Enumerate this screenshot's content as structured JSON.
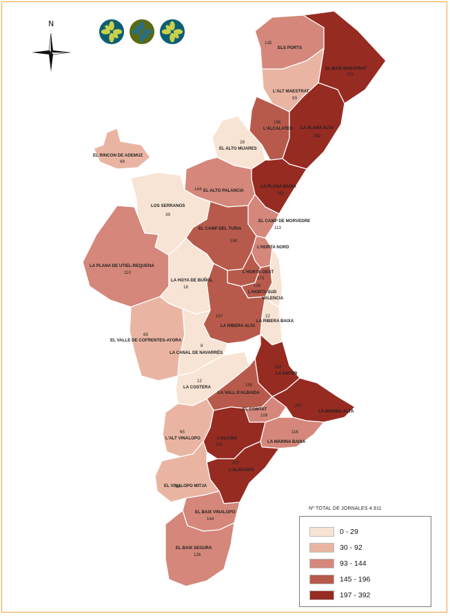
{
  "legend": {
    "title": "Nº TOTAL DE JORNALES 4.911",
    "classes": [
      {
        "label": "0 - 29",
        "color": "#f7e4d5"
      },
      {
        "label": "30 - 92",
        "color": "#e9b5a2"
      },
      {
        "label": "93 - 144",
        "color": "#d4877a"
      },
      {
        "label": "145 - 196",
        "color": "#b85a4b"
      },
      {
        "label": "197 - 392",
        "color": "#962b22"
      }
    ]
  },
  "compass": {
    "north_label": "N"
  },
  "emblem_colors": [
    "#0d5e72",
    "#5a6a12",
    "#0d5e72"
  ],
  "regions": [
    {
      "name": "ELS PORTS",
      "value": "135",
      "color": "#d4877a"
    },
    {
      "name": "EL BAIX MAESTRAT",
      "value": "372",
      "color": "#962b22"
    },
    {
      "name": "L'ALT MAESTRAT",
      "value": "93",
      "color": "#e9b5a2"
    },
    {
      "name": "L'ALCALATEN",
      "value": "196",
      "color": "#b85a4b"
    },
    {
      "name": "LA PLANA ALTA",
      "value": "392",
      "color": "#962b22"
    },
    {
      "name": "EL ALTO MIJARES",
      "value": "28",
      "color": "#f7e4d5"
    },
    {
      "name": "EL RINCON DE ADEMUZ",
      "value": "68",
      "color": "#e9b5a2"
    },
    {
      "name": "LA PLANA BAIXA",
      "value": "350",
      "color": "#962b22"
    },
    {
      "name": "EL ALTO PALANCIA",
      "value": "144",
      "color": "#d4877a"
    },
    {
      "name": "LOS SERRANOS",
      "value": "39",
      "color": "#f7e4d5"
    },
    {
      "name": "EL CAMP DE MORVEDRE",
      "value": "113",
      "color": "#d4877a"
    },
    {
      "name": "EL CAMP DEL TURIA",
      "value": "190",
      "color": "#b85a4b"
    },
    {
      "name": "L'HORTA NORD",
      "value": "",
      "color": "#d4877a"
    },
    {
      "name": "LA PLANA DE UTIEL-REQUENA",
      "value": "110",
      "color": "#d4877a"
    },
    {
      "name": "LA HOYA DE BUÑOL",
      "value": "18",
      "color": "#f7e4d5"
    },
    {
      "name": "L'HORTA OEST",
      "value": "173",
      "color": "#b85a4b"
    },
    {
      "name": "L'HORTA SUD",
      "value": "130",
      "color": "#b85a4b"
    },
    {
      "name": "VALENCIA",
      "value": "",
      "color": "#f7e4d5"
    },
    {
      "name": "LA RIBERA ALTA",
      "value": "157",
      "color": "#b85a4b"
    },
    {
      "name": "LA RIBERA BAIXA",
      "value": "22",
      "color": "#f7e4d5"
    },
    {
      "name": "EL VALLE DE COFRENTES-AYORA",
      "value": "65",
      "color": "#e9b5a2"
    },
    {
      "name": "LA CANAL DE NAVARRÉS",
      "value": "8",
      "color": "#f7e4d5"
    },
    {
      "name": "LA SAFOR",
      "value": "293",
      "color": "#962b22"
    },
    {
      "name": "LA COSTERA",
      "value": "12",
      "color": "#f7e4d5"
    },
    {
      "name": "LA VALL D'ALBAIDA",
      "value": "155",
      "color": "#b85a4b"
    },
    {
      "name": "EL COMTAT",
      "value": "109",
      "color": "#d4877a"
    },
    {
      "name": "LA MARINA ALTA",
      "value": "287",
      "color": "#962b22"
    },
    {
      "name": "L'ALT VINALOPO",
      "value": "65",
      "color": "#e9b5a2"
    },
    {
      "name": "L'ALCOIA",
      "value": "331",
      "color": "#962b22"
    },
    {
      "name": "LA MARINA BAIXA",
      "value": "116",
      "color": "#d4877a"
    },
    {
      "name": "L'ALACANTI",
      "value": "207",
      "color": "#962b22"
    },
    {
      "name": "EL VINALOPO MITJA",
      "value": "82",
      "color": "#e9b5a2"
    },
    {
      "name": "EL BAIX VINALOPO",
      "value": "144",
      "color": "#d4877a"
    },
    {
      "name": "EL BAIX SEGURA",
      "value": "126",
      "color": "#d4877a"
    }
  ]
}
